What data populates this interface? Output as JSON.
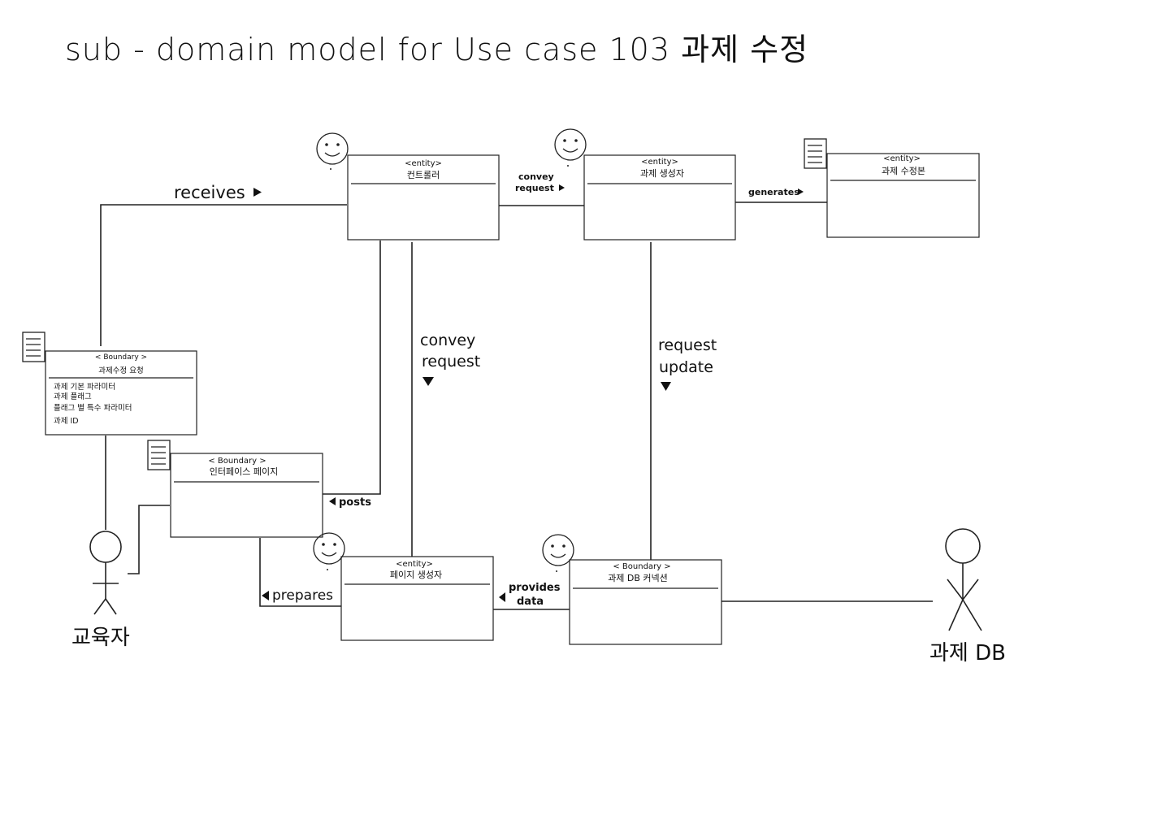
{
  "title": "sub - domain model for Use case 103 과제 수정",
  "classes": {
    "controller": {
      "stereotype": "<entity>",
      "name": "컨트롤러"
    },
    "creator": {
      "stereotype": "<entity>",
      "name": "과제 생성자"
    },
    "revision": {
      "stereotype": "<entity>",
      "name": "과제 수정본"
    },
    "request": {
      "stereotype": "< Boundary >",
      "name": "과제수정 요청",
      "attributes": [
        "과제 기본 파라미터",
        "과제 플래그",
        "플래그 별 특수 파라미터",
        "과제 ID"
      ]
    },
    "interface_page": {
      "stereotype": "< Boundary >",
      "name": "인터페이스 페이지"
    },
    "page_generator": {
      "stereotype": "<entity>",
      "name": "페이지 생성자"
    },
    "db_connection": {
      "stereotype": "< Boundary >",
      "name": "과제 DB 커넥션"
    }
  },
  "relations": {
    "receives": "receives",
    "convey_request_top": [
      "convey",
      "request"
    ],
    "generates": "generates",
    "convey_request_mid": [
      "convey",
      "request"
    ],
    "request_update": [
      "request",
      "update"
    ],
    "posts": "posts",
    "prepares": "prepares",
    "provides_data": [
      "provides",
      "data"
    ]
  },
  "actors": {
    "educator": "교육자",
    "assignment_db": "과제 DB"
  },
  "icons": {
    "control": "smiley-icon",
    "boundary": "document-icon",
    "arrow": "triangle-arrow-icon",
    "actor": "stick-figure-icon"
  }
}
